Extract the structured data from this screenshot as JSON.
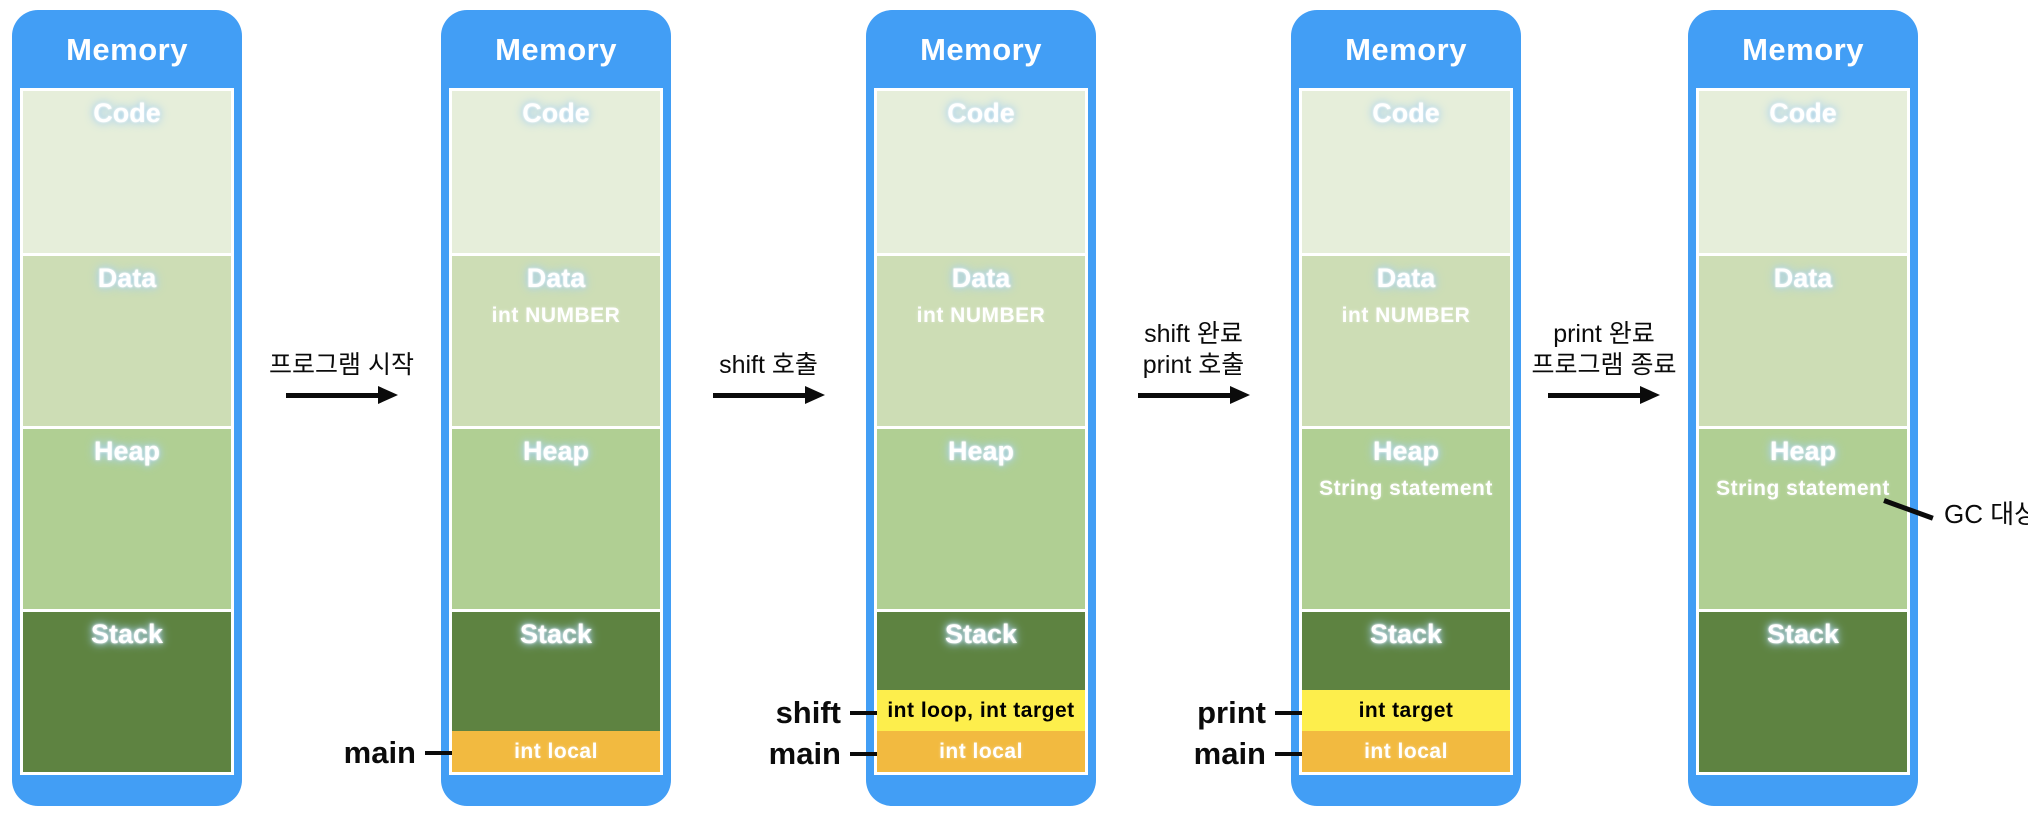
{
  "columns": [
    {
      "title": "Memory",
      "code_label": "Code",
      "data_label": "Data",
      "heap_label": "Heap",
      "stack_label": "Stack"
    },
    {
      "title": "Memory",
      "code_label": "Code",
      "data_label": "Data",
      "data_content": "int NUMBER",
      "heap_label": "Heap",
      "stack_label": "Stack",
      "stack_bar2": "int local"
    },
    {
      "title": "Memory",
      "code_label": "Code",
      "data_label": "Data",
      "data_content": "int NUMBER",
      "heap_label": "Heap",
      "stack_label": "Stack",
      "stack_bar1": "int loop, int target",
      "stack_bar2": "int local"
    },
    {
      "title": "Memory",
      "code_label": "Code",
      "data_label": "Data",
      "data_content": "int NUMBER",
      "heap_label": "Heap",
      "heap_content": "String statement",
      "stack_label": "Stack",
      "stack_bar1": "int target",
      "stack_bar2": "int local"
    },
    {
      "title": "Memory",
      "code_label": "Code",
      "data_label": "Data",
      "heap_label": "Heap",
      "heap_content": "String statement",
      "stack_label": "Stack"
    }
  ],
  "arrows": [
    {
      "line1": "프로그램 시작"
    },
    {
      "line1": "shift 호출"
    },
    {
      "line1": "shift 완료",
      "line2": "print 호출"
    },
    {
      "line1": "print 완료",
      "line2": "프로그램 종료"
    }
  ],
  "pointers": {
    "col2_main": "main",
    "col3_shift": "shift",
    "col3_main": "main",
    "col4_print": "print",
    "col4_main": "main"
  },
  "gc_label": "GC 대상",
  "colors": {
    "frame_blue": "#429ef5",
    "code_bg": "#e6eeda",
    "data_bg": "#cdddb5",
    "heap_bg": "#b0cf93",
    "stack_bg": "#5e8341",
    "bar_yellow": "#fdee4c",
    "bar_orange": "#f2ba40",
    "ink": "#0b0b0b",
    "title_glow": "#a9d2ef"
  }
}
